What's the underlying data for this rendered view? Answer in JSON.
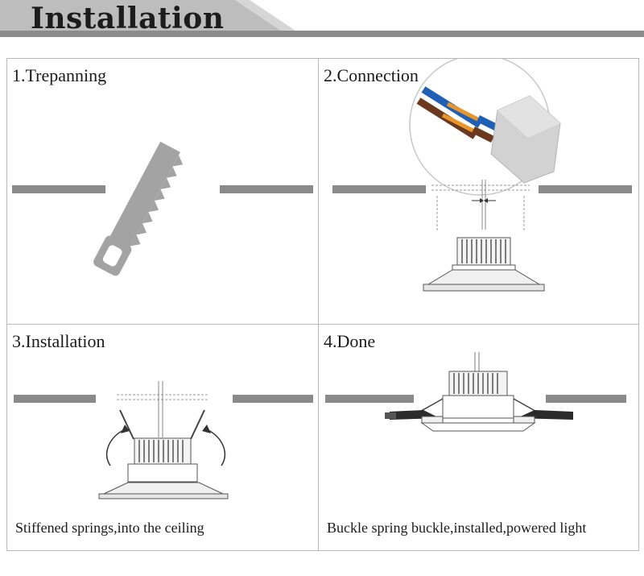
{
  "header": {
    "title": "Installation"
  },
  "steps": [
    {
      "title": "1.Trepanning",
      "caption": ""
    },
    {
      "title": "2.Connection",
      "caption": ""
    },
    {
      "title": "3.Installation",
      "caption": "Stiffened springs,into the ceiling"
    },
    {
      "title": "4.Done",
      "caption": "Buckle spring buckle,installed,powered light"
    }
  ],
  "colors": {
    "ceiling": "#8a8a8a",
    "blue_wire": "#1f5fb5",
    "brown_wire": "#6b3a1e",
    "orange_wire": "#e8952a",
    "saw": "#a3a3a3"
  },
  "icons": [
    "saw-icon",
    "wire-connector-icon",
    "downlight-fixture-icon",
    "spring-arrow-icon"
  ]
}
